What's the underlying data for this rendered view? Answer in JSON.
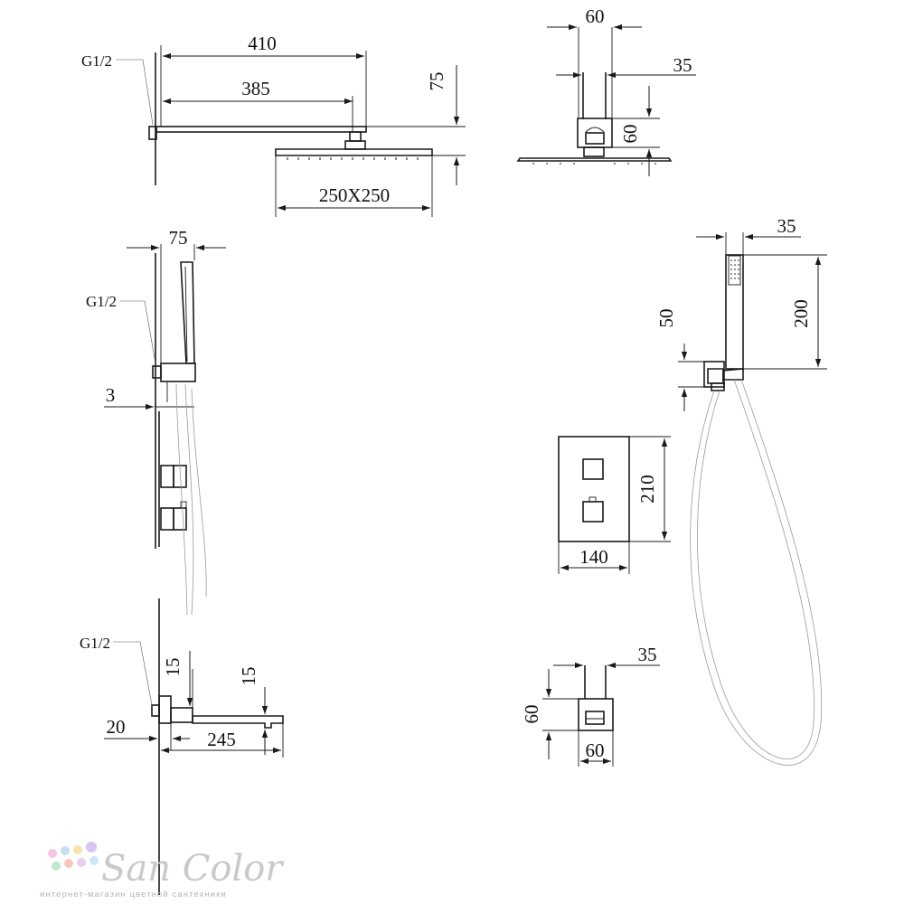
{
  "dimensions": {
    "rain_arm_total": "410",
    "rain_arm_length": "385",
    "rain_drop": "75",
    "rain_head_size": "250X250",
    "rain_side_width": "60",
    "rain_side_depth": "35",
    "rain_side_height": "60",
    "wall_depth": "75",
    "wall_gap": "3",
    "handshower_width": "35",
    "handshower_length": "200",
    "holder_height": "50",
    "panel_height": "210",
    "panel_width": "140",
    "spout_thickness_a": "15",
    "spout_thickness_b": "15",
    "spout_offset": "20",
    "spout_length": "245",
    "outlet_depth": "35",
    "outlet_height": "60",
    "outlet_width": "60"
  },
  "labels": {
    "thread_top": "G1/2",
    "thread_middle": "G1/2",
    "thread_bottom": "G1/2"
  },
  "logo": {
    "name": "San Color",
    "tagline": "интернет-магазин цветной сантехники",
    "dot_colors": [
      "#f3c6e3",
      "#c7dcf5",
      "#f7e2a8",
      "#d8c4f2",
      "#bfe6cf",
      "#f6c7b8",
      "#e6d0f0",
      "#c9e8f3"
    ]
  }
}
